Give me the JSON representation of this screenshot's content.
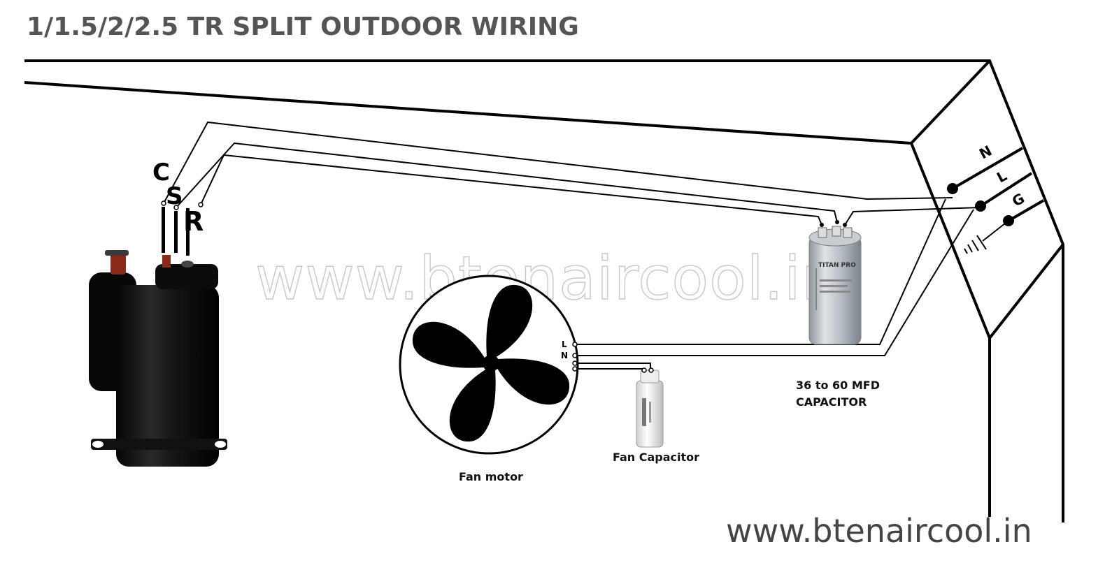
{
  "title": "1/1.5/2/2.5 TR SPLIT OUTDOOR WIRING",
  "watermark": "www.btenaircool.in",
  "footer_url": "www.btenaircool.in",
  "compressor": {
    "terminals": {
      "c": "C",
      "s": "S",
      "r": "R"
    }
  },
  "terminal_block": {
    "labels": {
      "n": "N",
      "l": "L",
      "g": "G"
    }
  },
  "fan_motor": {
    "label": "Fan motor",
    "terminal_labels": {
      "l": "L",
      "n": "N"
    }
  },
  "fan_capacitor": {
    "label": "Fan Capacitor"
  },
  "run_capacitor": {
    "label_line1": "36 to 60 MFD",
    "label_line2": "CAPACITOR",
    "brand": "TITAN PRO"
  },
  "colors": {
    "title": "#555555",
    "wire": "#000000",
    "watermark_outline": "#c8c8c8",
    "capacitor_body": "#b9bfc6"
  },
  "icons": [
    "compressor-icon",
    "fan-icon",
    "capacitor-icon",
    "ground-icon"
  ]
}
